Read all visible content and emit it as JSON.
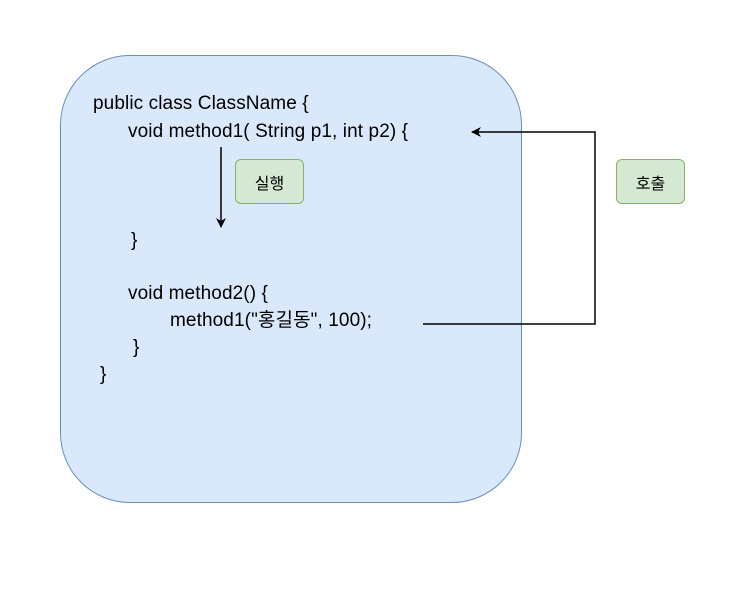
{
  "code": {
    "line1": "public class ClassName {",
    "line2": "void method1( String p1, int p2) {",
    "line3": "}",
    "line4": "void method2() {",
    "line5": "method1(\"홍길동\", 100);",
    "line6": "}",
    "line7": "}"
  },
  "labels": {
    "execute": "실행",
    "call": "호출"
  },
  "colors": {
    "class_fill": "#dae8fc",
    "class_stroke": "#6c8ebf",
    "label_fill": "#d5e8d4",
    "label_stroke": "#82b366"
  }
}
